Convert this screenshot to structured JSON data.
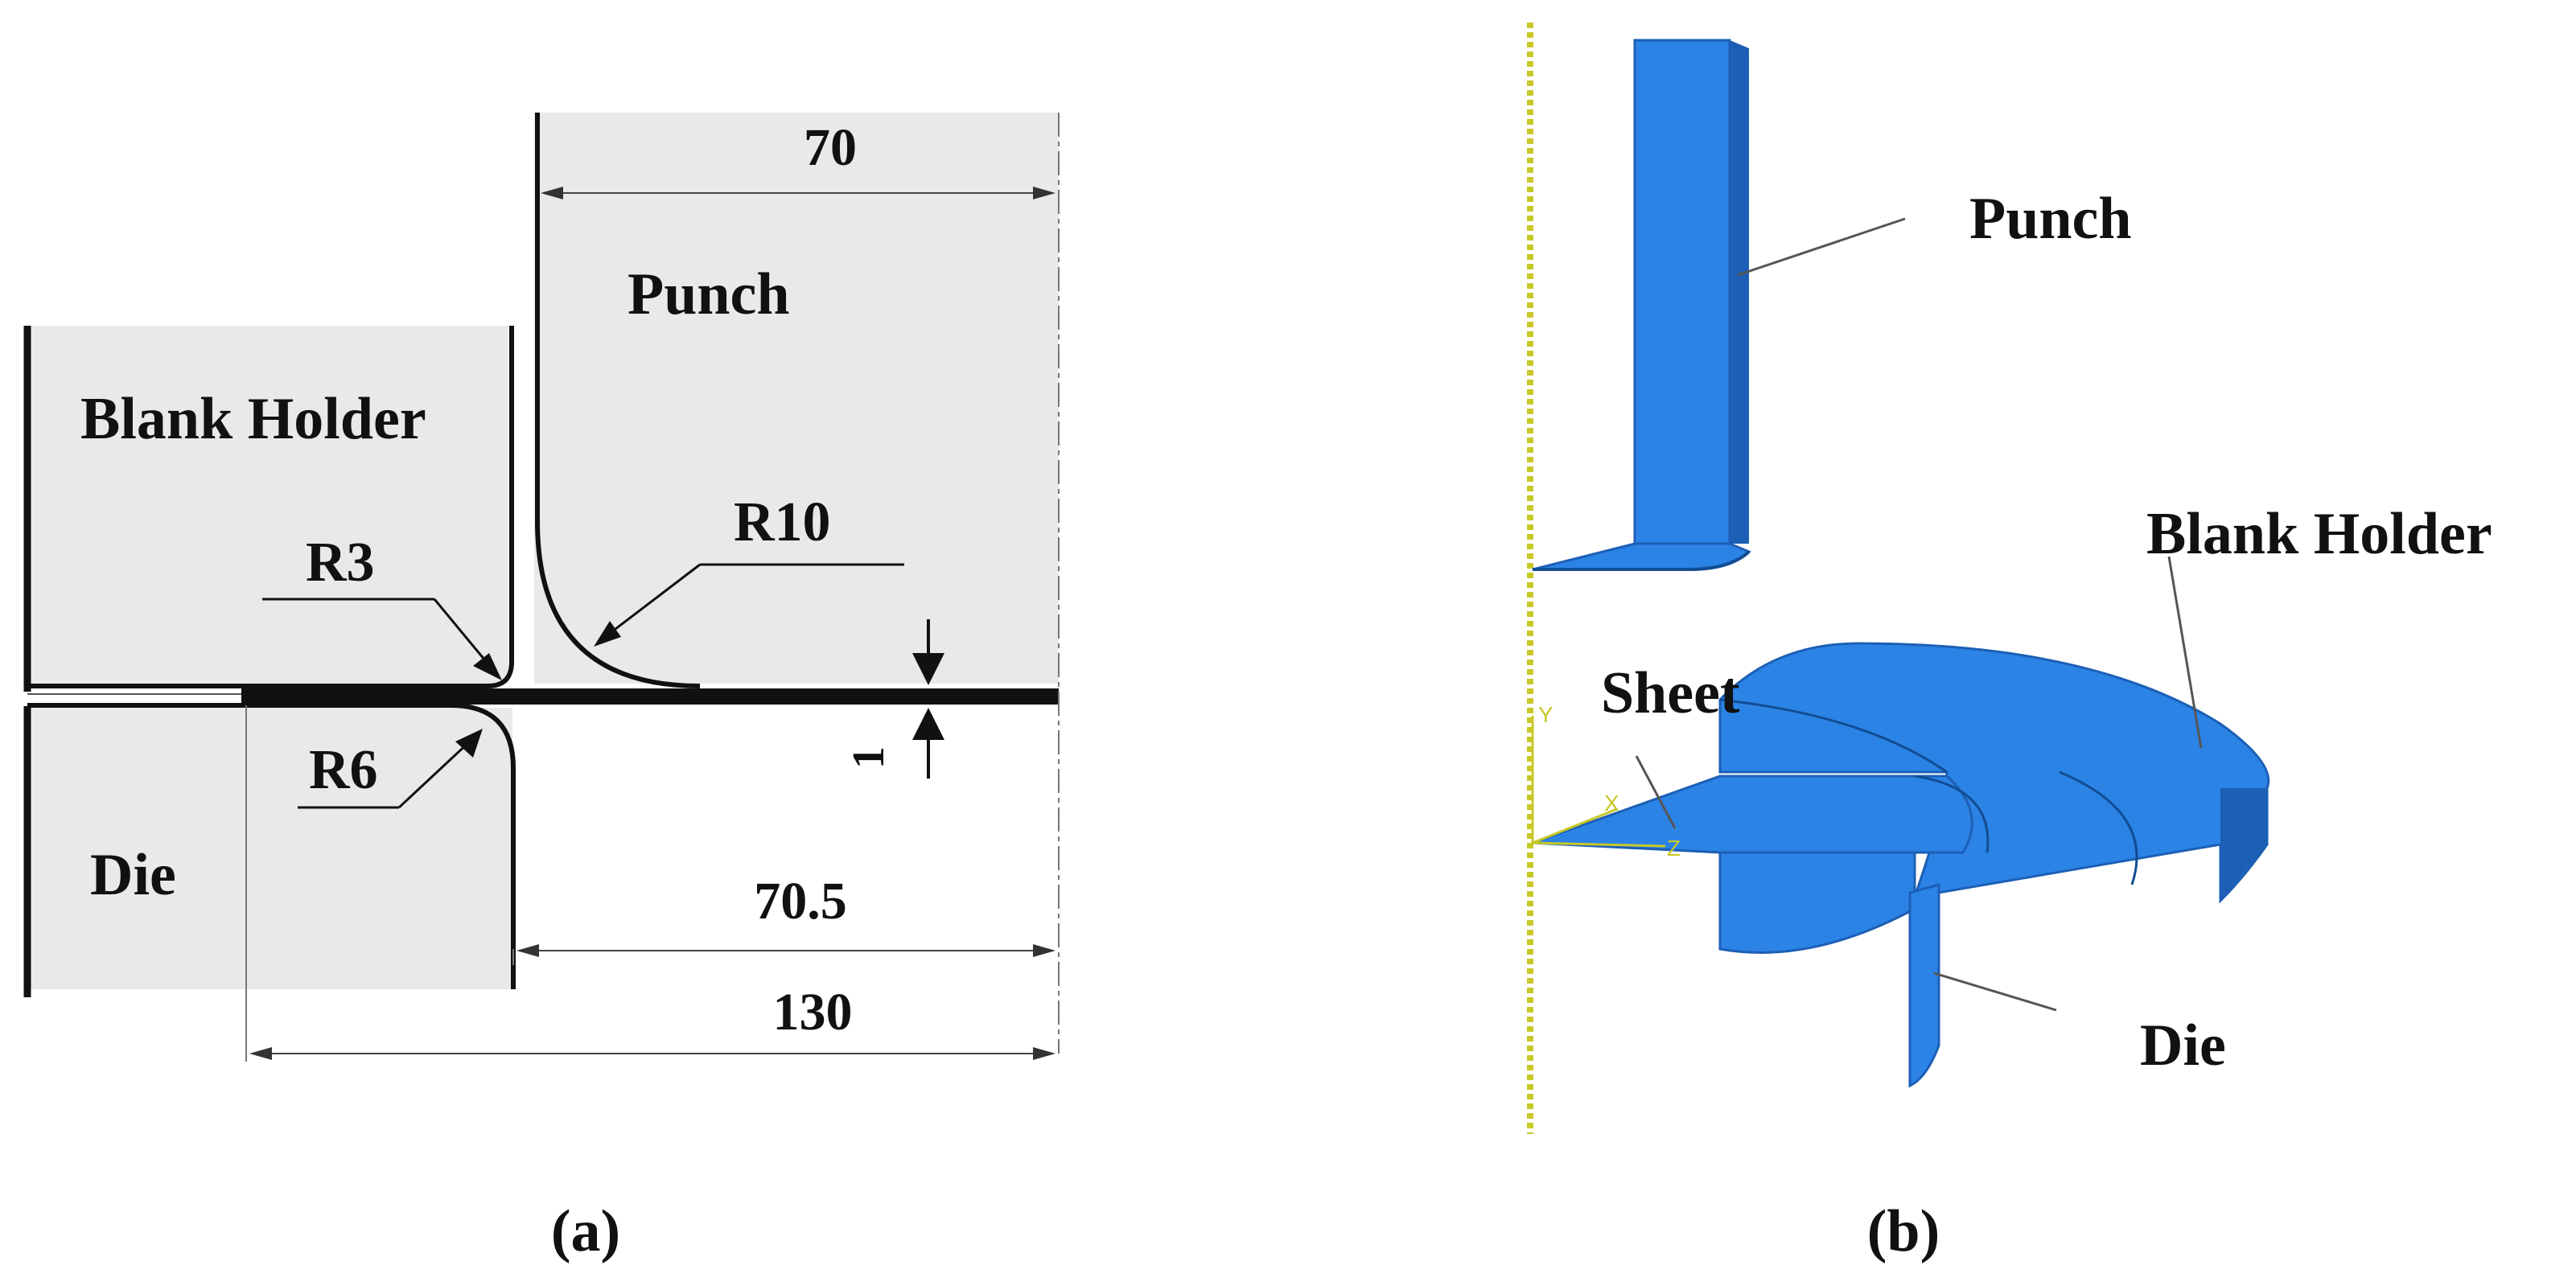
{
  "panel_a": {
    "labels": {
      "punch": "Punch",
      "blank_holder": "Blank Holder",
      "die": "Die",
      "r3": "R3",
      "r6": "R6",
      "r10": "R10"
    },
    "dimensions": {
      "punch_width": "70",
      "die_opening": "70.5",
      "total_width": "130",
      "thickness": "1"
    },
    "caption": "(a)"
  },
  "panel_b": {
    "labels": {
      "punch": "Punch",
      "blank_holder": "Blank Holder",
      "sheet": "Sheet",
      "die": "Die"
    },
    "axis_labels": {
      "y": "Y",
      "x": "X",
      "z": "Z"
    },
    "caption": "(b)"
  },
  "colors": {
    "part_fill": "#e9e9e9",
    "model_blue": "#2b83e6",
    "model_blue_dark": "#1c5fb5",
    "axis_yellow": "#c8c828"
  }
}
